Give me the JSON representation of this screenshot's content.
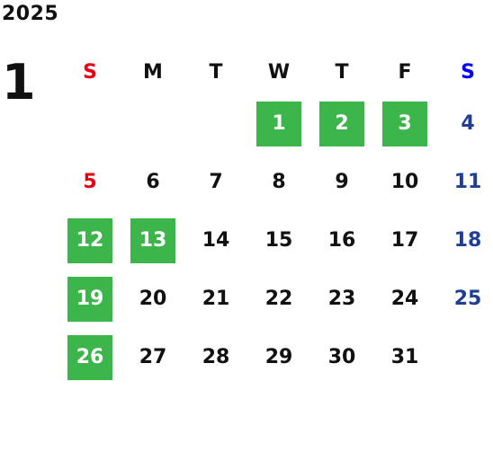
{
  "header": {
    "year": "2025",
    "month": "1"
  },
  "calendar": {
    "weekdays": [
      "S",
      "M",
      "T",
      "W",
      "T",
      "F",
      "S"
    ],
    "weeks": [
      [
        "",
        "",
        "",
        "1",
        "2",
        "3",
        "4"
      ],
      [
        "5",
        "6",
        "7",
        "8",
        "9",
        "10",
        "11"
      ],
      [
        "12",
        "13",
        "14",
        "15",
        "16",
        "17",
        "18"
      ],
      [
        "19",
        "20",
        "21",
        "22",
        "23",
        "24",
        "25"
      ],
      [
        "26",
        "27",
        "28",
        "29",
        "30",
        "31",
        ""
      ]
    ],
    "highlighted_days": [
      "1",
      "2",
      "3",
      "12",
      "13",
      "19",
      "26"
    ]
  },
  "colors": {
    "sunday": "#e60012",
    "saturday_header": "#0000ff",
    "saturday": "#1f3f94",
    "weekday": "#111111",
    "highlight_bg": "#3cb54a",
    "highlight_text": "#ffffff"
  }
}
